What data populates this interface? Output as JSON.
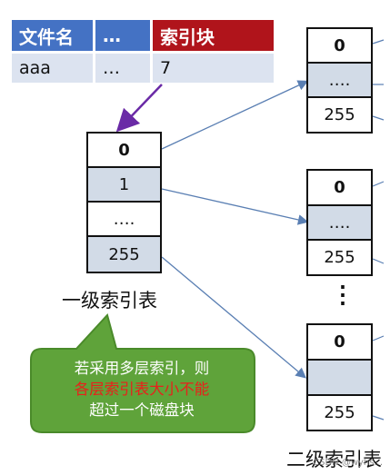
{
  "directory": {
    "headers": [
      "文件名",
      "…",
      "索引块"
    ],
    "row": [
      "aaa",
      "…",
      "7"
    ]
  },
  "first_level": {
    "cells": [
      "0",
      "1",
      "….",
      "255"
    ],
    "label": "一级索引表"
  },
  "second_level": {
    "blocks": [
      [
        "0",
        "….",
        "255"
      ],
      [
        "0",
        "….",
        "255"
      ],
      [
        "0",
        "",
        "255"
      ]
    ],
    "label": "二级索引表",
    "ellipsis": "⋮"
  },
  "callout": {
    "line1": "若采用多层索引，则",
    "line2_red": "各层索引表大小不能",
    "line3": "超过一个磁盘块",
    "fill_color": "#5fa33a"
  },
  "watermark": "CSDN @wyhs..."
}
